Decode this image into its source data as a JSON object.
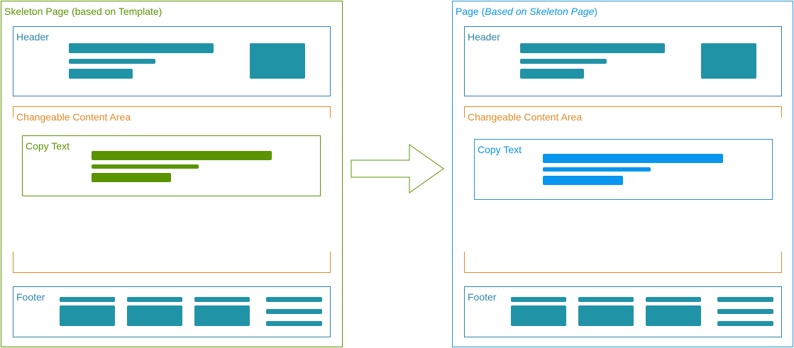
{
  "left_page": {
    "title": "Skeleton Page (based on Template)",
    "header_label": "Header",
    "content_area_label": "Changeable Content Area",
    "copy_text_label": "Copy Text",
    "footer_label": "Footer"
  },
  "right_page": {
    "title_prefix": "Page (",
    "title_italic": "Based on Skeleton Page",
    "title_suffix": ")",
    "header_label": "Header",
    "content_area_label": "Changeable Content Area",
    "copy_text_label": "Copy Text",
    "footer_label": "Footer"
  },
  "colors": {
    "skeleton_frame": "#5a9400",
    "page_frame": "#2a94c9",
    "header_footer": "#2d85a8",
    "content_area": "#e08a24",
    "skeleton_text_bars": "#5a9400",
    "page_text_bars": "#0896ee",
    "placeholder_blocks": "#2193a7",
    "arrow": "#5a9400"
  }
}
